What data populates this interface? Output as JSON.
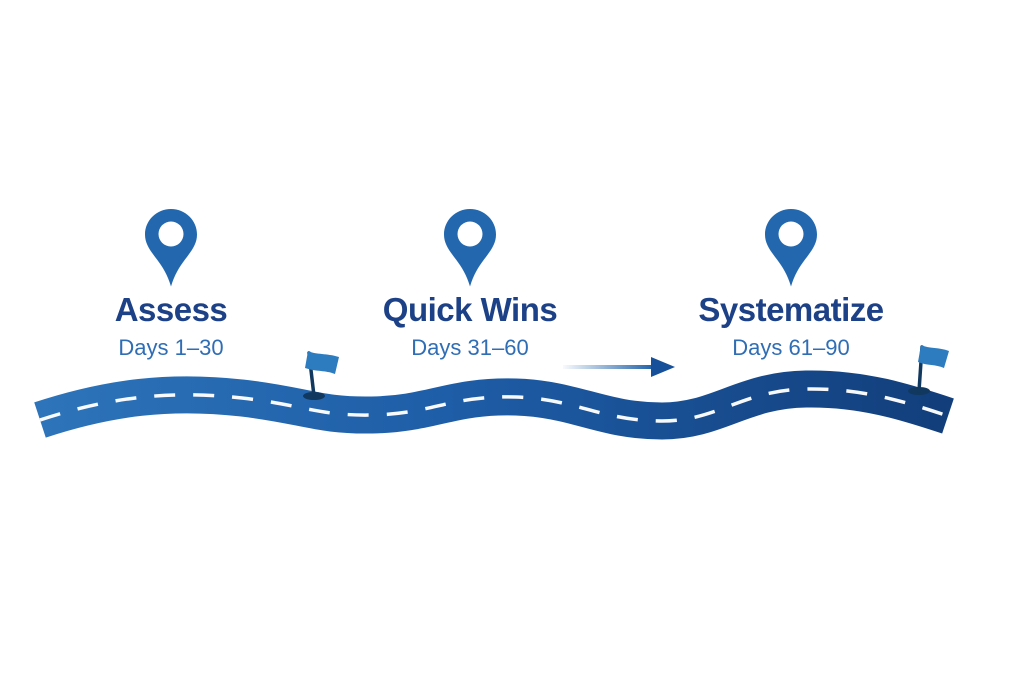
{
  "figure": {
    "type": "roadmap-timeline",
    "milestones": [
      {
        "title": "Assess",
        "days": "Days 1–30"
      },
      {
        "title": "Quick Wins",
        "days": "Days 31–60"
      },
      {
        "title": "Systematize",
        "days": "Days 61–90"
      }
    ],
    "colors": {
      "bg": "#ffffff",
      "pin": "#2368ae",
      "title": "#1d4187",
      "subtitle": "#2f6db5",
      "road-start": "#2d74ba",
      "road-mid": "#1e5da7",
      "road-end": "#123e7b",
      "road-dash": "#ffffff",
      "flag": "#2d7cc0",
      "flag-pole": "#11385f",
      "arrow": "#1d5fa8",
      "arrow-head": "#17509a"
    }
  }
}
